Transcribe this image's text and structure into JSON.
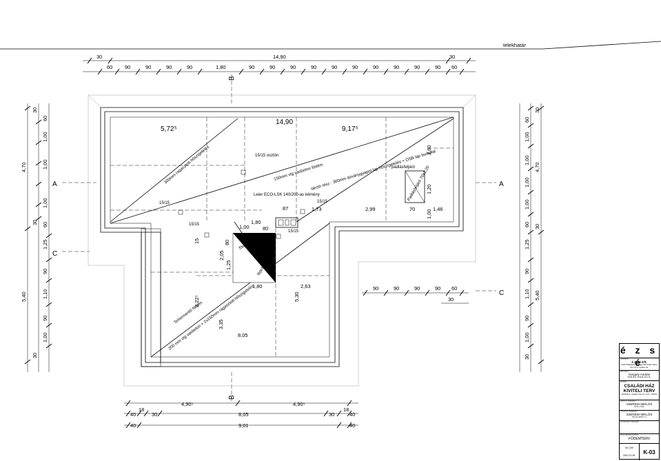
{
  "plot_boundary": "telekhatár",
  "section_markers": {
    "A_left": "A",
    "A_right": "A",
    "C_left": "C",
    "C_right": "C",
    "B_top": "B",
    "B_bottom": "B"
  },
  "top_dims": {
    "row1": [
      "30",
      "14,90",
      "30"
    ],
    "row2": [
      "60",
      "90",
      "90",
      "90",
      "90",
      "1,80",
      "90",
      "90",
      "90",
      "90",
      "90",
      "90",
      "90",
      "90",
      "90",
      "90",
      "60"
    ]
  },
  "left_dims": {
    "overall": [
      "4,70",
      "5,40"
    ],
    "row_a": [
      "30",
      "60",
      "1,00",
      "1,00",
      "1,00",
      "60",
      "30"
    ],
    "row_b": [
      "1,25",
      "90",
      "1,10",
      "90",
      "1,00",
      "30"
    ]
  },
  "right_dims": {
    "overall": [
      "4,70",
      "5,40"
    ],
    "row_a": [
      "30",
      "60",
      "1,00",
      "1,00",
      "1,00",
      "1,00",
      "60",
      "30"
    ],
    "row_b": [
      "1,25",
      "90",
      "1,10",
      "90",
      "1,00",
      "30"
    ]
  },
  "right_step_dims": [
    "90",
    "90",
    "90",
    "90",
    "60",
    "30"
  ],
  "bottom_dims": {
    "row1": [
      "4,90⁵",
      "4,90⁵"
    ],
    "row2": [
      "18",
      "40",
      "30",
      "8,05",
      "30",
      "18",
      "40"
    ],
    "row3": [
      "40",
      "9,01",
      "40"
    ]
  },
  "plan_labels": {
    "w_left_total": "5,72⁵",
    "w_mid_total": "14,90",
    "w_right_total": "9,17⁵",
    "beam_1": "300mm ragasztott hőszigetelés",
    "beam_2": "150mm vtg vasbeton födém",
    "beam_3": "tároló rész : 300mm ásványgyapot lap hőszigetelés + OSB lap burkolat",
    "beam_4": "Tehermentő födém",
    "beam_5": "200 mm vtg vasbeton + 2x150mm ragasztott hőszigetelés",
    "beam_6": "födémáttörés",
    "beam_7": "lépcsőáttörés",
    "chimney_label": "Leier ECO-LSK 140/200-as kémény",
    "vent_label": "15/15 osztón",
    "attic_hatch": "padlásfeljáró",
    "hatch_size": "Padlásfeljáró 70x1,20",
    "d15_1": "15/15",
    "d15_2": "15/15",
    "d15_3": "15/15",
    "d15_4": "15/15",
    "d_87": "87",
    "d_173": "1,73",
    "d_299": "2,99",
    "d_70": "70",
    "d_146": "1,46",
    "d_100": "1,00",
    "d_180": "1,80",
    "d_80": "80",
    "d_80b": "80",
    "d_205": "2,05",
    "d_125": "1,25",
    "d_15": "15",
    "d_322": "3,22⁵",
    "d_335": "3,35",
    "d_805": "8,05",
    "d_180b": "1,80",
    "d_263": "2,63",
    "d_530": "5,30",
    "d_260": "2,60",
    "d_120": "1,20",
    "d_100b": "1,00"
  },
  "title_block": {
    "logo": "é z s é",
    "company_caption": "TERVEZŐ:",
    "company": "é z s é Kft.",
    "company_addr": "1125 Budapest, Szilágyi Erzsébet fasor 54. fsz 5. épület 1/1",
    "client_caption": "ÉPÍTTETŐ:",
    "client": "Gergely András",
    "client_addr": "2030 Érd, Vivaldi utca 11.",
    "project_caption": "MUNKA:",
    "project": "CSALÁDI HÁZ KIVITELI TERV",
    "project_addr": "2030 Érd, Vivaldi utca 11. hrsz.: 18191",
    "designer_caption": "VEZETŐ TERVEZŐ:",
    "designer": "SZEREDI MIKLÓS",
    "designer_no": "É 01-7144",
    "static_caption": "STATIKUS TERVEZŐ:",
    "static": "SZEREDI MIKLÓS",
    "static_no": "SZ 01-6233 T-1",
    "scale_caption": "KIVITELEZŐ TERVEZŐ:",
    "drawing_caption": "RAJZ MEGNEVEZÉSE:",
    "drawing": "FÖDÉMTERV",
    "scale_label": "M=1:50",
    "date": "2011.01.28.",
    "sheet": "K-03"
  }
}
